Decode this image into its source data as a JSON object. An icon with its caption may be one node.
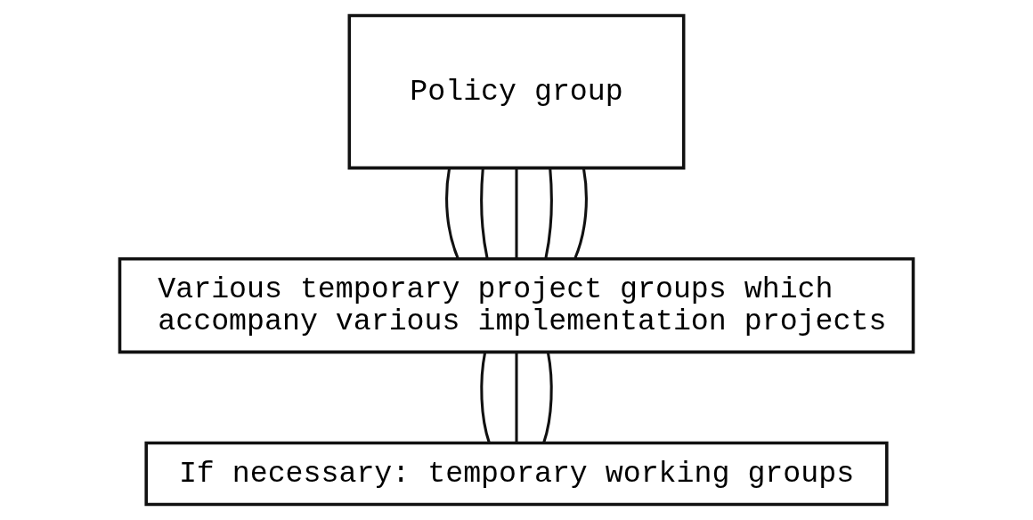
{
  "diagram": {
    "nodes": [
      {
        "text": [
          "Policy group"
        ]
      },
      {
        "text": [
          "Various temporary project groups which accompany various implementation projects"
        ]
      },
      {
        "text": [
          "If necessary: temporary working groups"
        ]
      }
    ],
    "edges": [
      {
        "from": 0,
        "to": 1,
        "arrow": "none"
      },
      {
        "from": 0,
        "to": 1,
        "arrow": "none"
      },
      {
        "from": 0,
        "to": 1,
        "arrow": "none"
      },
      {
        "from": 0,
        "to": 1,
        "arrow": "none"
      },
      {
        "from": 0,
        "to": 1,
        "arrow": "none"
      },
      {
        "from": 1,
        "to": 2,
        "arrow": "none"
      },
      {
        "from": 1,
        "to": 2,
        "arrow": "none"
      },
      {
        "from": 1,
        "to": 2,
        "arrow": "none"
      }
    ]
  }
}
